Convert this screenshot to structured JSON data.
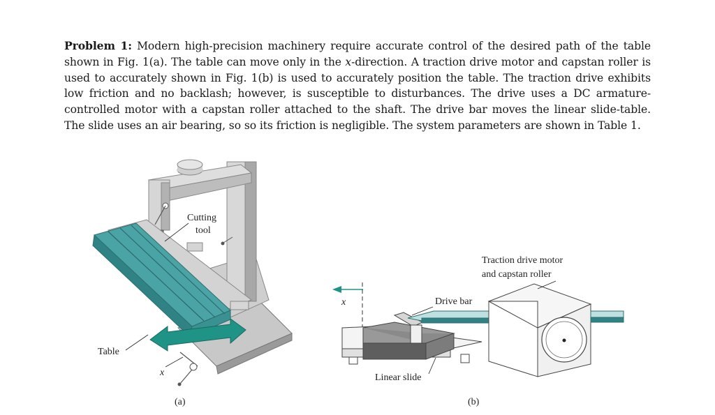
{
  "problem": {
    "heading": "Problem 1:",
    "text_1": " Modern high-precision machinery require accurate control of the desired path of the table shown in Fig. 1(a). The table can move only in the ",
    "var_x": "x",
    "text_2": "-direction. A traction drive motor and capstan roller is used to accurately shown in Fig. 1(b) is used to accurately position the table. The traction drive exhibits low friction and no backlash; however, is susceptible to disturbances. The drive uses a DC armature-controlled motor with a capstan roller attached to the shaft. The drive bar moves the linear slide-table. The slide uses an air bearing, so so its friction is negligible. The system parameters are shown in Table 1."
  },
  "figure_a": {
    "label_cutting": "Cutting",
    "label_tool": "tool",
    "label_table": "Table",
    "label_x": "x",
    "caption": "(a)"
  },
  "figure_b": {
    "label_motor_1": "Traction drive motor",
    "label_motor_2": "and capstan roller",
    "label_drive_bar": "Drive bar",
    "label_linear_slide": "Linear slide",
    "label_x": "x",
    "caption": "(b)"
  },
  "colors": {
    "teal": "#4aa3a4",
    "teal_dark": "#2f8384",
    "arrow": "#1f9486",
    "gray": "#c9c9c9",
    "gray_dark": "#8f8f8f"
  }
}
